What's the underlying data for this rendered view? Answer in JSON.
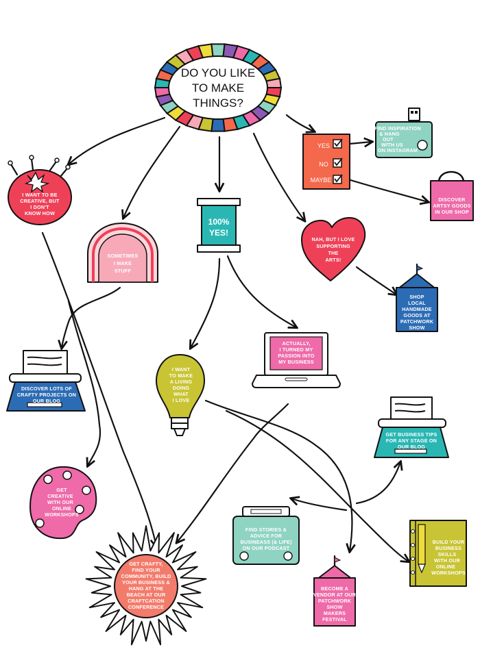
{
  "colors": {
    "red": "#ee4158",
    "pink": "#ee6aa8",
    "teal": "#2ab7b4",
    "mint": "#8fd3c2",
    "orange": "#f4684b",
    "coral": "#f37b6b",
    "blue": "#2c6cb5",
    "olive": "#c9c433",
    "yellow": "#eedc3a",
    "lightpink": "#f7a9b8",
    "purple": "#8c5ab4"
  },
  "center": {
    "lines": [
      "DO YOU LIKE",
      "TO MAKE",
      "THINGS?"
    ]
  },
  "nodes": {
    "pincushion": {
      "lines": [
        "I WANT TO BE",
        "CREATIVE, BUT",
        "I DON'T",
        "KNOW HOW"
      ],
      "icon": "pincushion-icon"
    },
    "arch": {
      "lines": [
        "SOMETIMES",
        "I MAKE",
        "STUFF"
      ],
      "icon": "arch-icon"
    },
    "spool": {
      "lines": [
        "100%",
        "YES!"
      ],
      "icon": "thread-spool-icon"
    },
    "checklist": {
      "items": [
        "YES",
        "NO",
        "MAYBE"
      ],
      "icon": "checklist-icon"
    },
    "camera": {
      "lines": [
        "FIND INSPIRATION",
        "& HANG",
        "OUT",
        "WITH US",
        "ON INSTAGRAM"
      ],
      "icon": "camera-icon"
    },
    "bag": {
      "lines": [
        "DISCOVER",
        "ARTSY GOODS",
        "IN OUR SHOP"
      ],
      "icon": "shopping-bag-icon"
    },
    "heart": {
      "lines": [
        "NAH, BUT I LOVE",
        "SUPPORTING",
        "THE",
        "ARTS!"
      ],
      "icon": "heart-icon"
    },
    "tent": {
      "lines": [
        "SHOP",
        "LOCAL",
        "HANDMADE",
        "GOODS AT",
        "PATCHWORK",
        "SHOW"
      ],
      "icon": "tent-icon"
    },
    "typewriterLeft": {
      "lines": [
        "DISCOVER LOTS OF",
        "CRAFTY PROJECTS ON",
        "OUR BLOG"
      ],
      "icon": "typewriter-icon"
    },
    "bulb": {
      "lines": [
        "I WANT",
        "TO MAKE",
        "A LIVING",
        "DOING",
        "WHAT",
        "I LOVE"
      ],
      "icon": "lightbulb-icon"
    },
    "laptop": {
      "lines": [
        "ACTUALLY,",
        "I TURNED MY",
        "PASSION INTO",
        "MY BUSINESS"
      ],
      "icon": "laptop-icon"
    },
    "typewriterRight": {
      "lines": [
        "GET BUSINESS TIPS",
        "FOR ANY STAGE ON",
        "OUR BLOG"
      ],
      "icon": "typewriter-icon"
    },
    "palette": {
      "lines": [
        "GET",
        "CREATIVE",
        "WITH OUR",
        "ONLINE",
        "WORKSHOPS"
      ],
      "icon": "paint-palette-icon"
    },
    "radio": {
      "lines": [
        "FIND STORIES &",
        "ADVICE FOR",
        "BUSINEASS (& LIFE)",
        "ON OUR PODCAST"
      ],
      "icon": "radio-icon"
    },
    "notebook": {
      "lines": [
        "BUILD YOUR",
        "BUSINESS",
        "SKILLS",
        "WITH OUR",
        "ONLINE",
        "WORKSHOPS"
      ],
      "icon": "notebook-icon"
    },
    "sun": {
      "lines": [
        "GET CRAFTY,",
        "FIND YOUR",
        "COMMUNITY, BUILD",
        "YOUR BUSINESS &",
        "HANG AT THE",
        "BEACH AT OUR",
        "CRAFTCATION",
        "CONFERENCE"
      ],
      "icon": "sun-icon"
    },
    "tentSmall": {
      "lines": [
        "BECOME A",
        "VENDOR AT OUR",
        "PATCHWORK",
        "SHOW",
        "MAKERS",
        "FESTIVAL"
      ],
      "icon": "tent-icon"
    }
  }
}
